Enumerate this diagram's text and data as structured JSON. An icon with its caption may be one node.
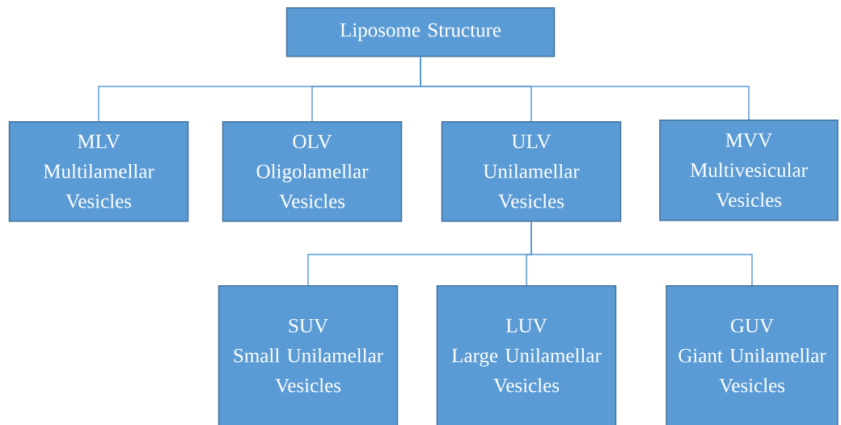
{
  "diagram": {
    "nodes": [
      {
        "text": [
          "Liposome Structure"
        ]
      },
      {
        "text": [
          "MLV",
          "Multilamellar Vesicles"
        ]
      },
      {
        "text": [
          "OLV",
          "Oligolamellar Vesicles"
        ]
      },
      {
        "text": [
          "ULV",
          "Unilamellar Vesicles"
        ]
      },
      {
        "text": [
          "MVV",
          "Multivesicular Vesicles"
        ]
      },
      {
        "text": [
          "SUV",
          "Small Unilamellar Vesicles"
        ]
      },
      {
        "text": [
          "LUV",
          "Large Unilamellar Vesicles"
        ]
      },
      {
        "text": [
          "GUV",
          "Giant Unilamellar Vesicles"
        ]
      }
    ],
    "edges": [
      {
        "from": 0,
        "to": 1,
        "arrow": "none"
      },
      {
        "from": 0,
        "to": 2,
        "arrow": "none"
      },
      {
        "from": 0,
        "to": 3,
        "arrow": "none"
      },
      {
        "from": 0,
        "to": 4,
        "arrow": "none"
      },
      {
        "from": 3,
        "to": 5,
        "arrow": "none"
      },
      {
        "from": 3,
        "to": 6,
        "arrow": "none"
      },
      {
        "from": 3,
        "to": 7,
        "arrow": "none"
      }
    ]
  }
}
